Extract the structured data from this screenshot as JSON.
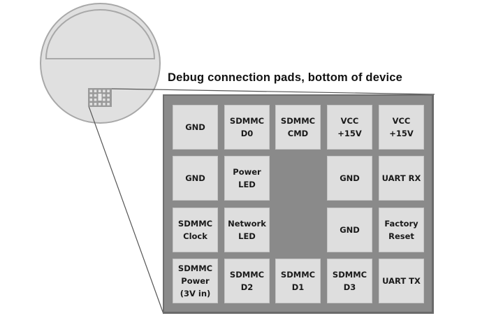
{
  "title": "Debug connection pads, bottom of device",
  "colors": {
    "device_fill": "#e0e0e0",
    "device_stroke": "#a8a8a8",
    "board_fill": "#8a8a8a",
    "pad_fill": "#dedede",
    "line": "#555555"
  },
  "device": {
    "label": "device-bottom-view"
  },
  "pads": [
    {
      "row": 0,
      "col": 0,
      "label": "GND"
    },
    {
      "row": 0,
      "col": 1,
      "label": "SDMMC\nD0"
    },
    {
      "row": 0,
      "col": 2,
      "label": "SDMMC\nCMD"
    },
    {
      "row": 0,
      "col": 3,
      "label": "VCC\n+15V"
    },
    {
      "row": 0,
      "col": 4,
      "label": "VCC\n+15V"
    },
    {
      "row": 1,
      "col": 0,
      "label": "GND"
    },
    {
      "row": 1,
      "col": 1,
      "label": "Power\nLED"
    },
    {
      "row": 1,
      "col": 3,
      "label": "GND"
    },
    {
      "row": 1,
      "col": 4,
      "label": "UART RX"
    },
    {
      "row": 2,
      "col": 0,
      "label": "SDMMC\nClock"
    },
    {
      "row": 2,
      "col": 1,
      "label": "Network\nLED"
    },
    {
      "row": 2,
      "col": 3,
      "label": "GND"
    },
    {
      "row": 2,
      "col": 4,
      "label": "Factory\nReset"
    },
    {
      "row": 3,
      "col": 0,
      "label": "SDMMC\nPower\n(3V in)"
    },
    {
      "row": 3,
      "col": 1,
      "label": "SDMMC\nD2"
    },
    {
      "row": 3,
      "col": 2,
      "label": "SDMMC\nD1"
    },
    {
      "row": 3,
      "col": 3,
      "label": "SDMMC\nD3"
    },
    {
      "row": 3,
      "col": 4,
      "label": "UART TX"
    }
  ]
}
